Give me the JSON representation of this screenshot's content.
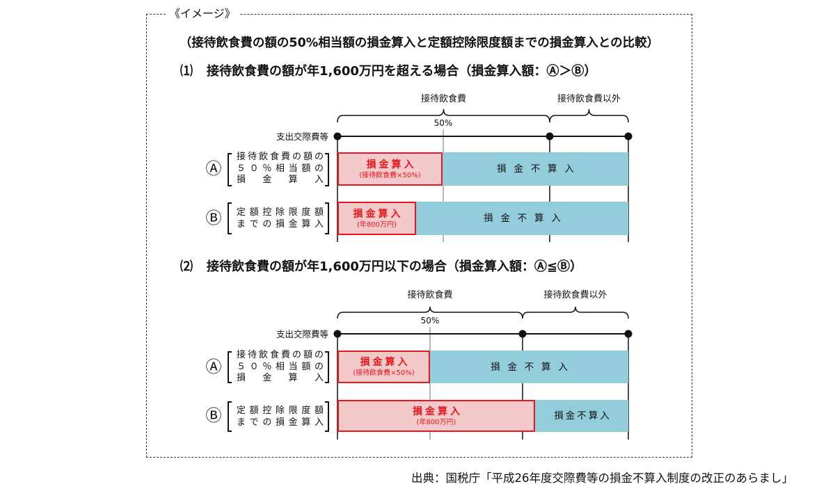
{
  "image_label": "《イメージ》",
  "title": "（接待飲食費の額の50%相当額の損金算入と定額控除限度額までの損金算入との比較）",
  "sections": [
    {
      "number": "⑴",
      "heading": "接待飲食費の額が年1,600万円を超える場合（損金算入額：Ⓐ＞Ⓑ）",
      "span_entertainment": "接待飲食費",
      "span_other": "接待飲食費以外",
      "half_marker": "50%",
      "axis_label": "支出交際費等",
      "rows": [
        {
          "marker": "Ⓐ",
          "label_lines": [
            "接待飲食費の額の",
            "５０％相当額の",
            "損金算入"
          ],
          "deductible_label": "損金算入",
          "deductible_note": "(接待飲食費×50%)",
          "non_deductible_label": "損金不算入"
        },
        {
          "marker": "Ⓑ",
          "label_lines": [
            "定額控除限度額",
            "までの損金算入"
          ],
          "deductible_label": "損金算入",
          "deductible_note": "(年800万円)",
          "non_deductible_label": "損金不算入"
        }
      ]
    },
    {
      "number": "⑵",
      "heading": "接待飲食費の額が年1,600万円以下の場合（損金算入額：Ⓐ≦Ⓑ）",
      "span_entertainment": "接待飲食費",
      "span_other": "接待飲食費以外",
      "half_marker": "50%",
      "axis_label": "支出交際費等",
      "rows": [
        {
          "marker": "Ⓐ",
          "label_lines": [
            "接待飲食費の額の",
            "５０％相当額の",
            "損金算入"
          ],
          "deductible_label": "損金算入",
          "deductible_note": "(接待飲食費×50%)",
          "non_deductible_label": "損金不算入"
        },
        {
          "marker": "Ⓑ",
          "label_lines": [
            "定額控除限度額",
            "までの損金算入"
          ],
          "deductible_label": "損金算入",
          "deductible_note": "(年800万円)",
          "non_deductible_label": "損金不算入"
        }
      ]
    }
  ],
  "source": "出典：国税庁「平成26年度交際費等の損金不算入制度の改正のあらまし」",
  "colors": {
    "deductible_fill": "#f3c9c9",
    "deductible_border": "#e8161e",
    "deductible_text": "#e8161e",
    "non_deductible_fill": "#93cddc",
    "half_line": "#a0a0a0"
  }
}
